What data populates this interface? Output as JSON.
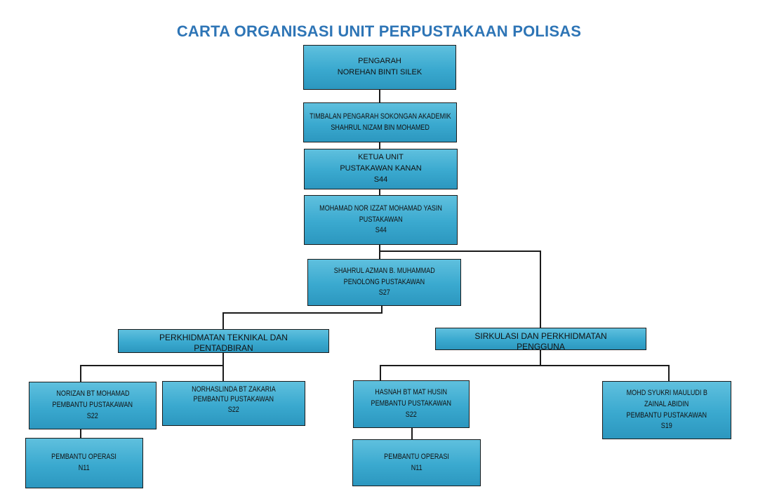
{
  "title": "CARTA ORGANISASI UNIT PERPUSTAKAAN POLISAS",
  "nodes": {
    "pengarah": [
      "PENGARAH",
      "NOREHAN BINTI SILEK"
    ],
    "timbalan": [
      "TIMBALAN PENGARAH SOKONGAN AKADEMIK",
      "SHAHRUL NIZAM BIN MOHAMED"
    ],
    "ketua": [
      "KETUA UNIT",
      "PUSTAKAWAN KANAN",
      "S44"
    ],
    "pustakawan": [
      "MOHAMAD NOR IZZAT MOHAMAD YASIN",
      "PUSTAKAWAN",
      "S44"
    ],
    "penolong": [
      "SHAHRUL AZMAN B. MUHAMMAD",
      "PENOLONG PUSTAKAWAN",
      "S27"
    ],
    "teknikal": [
      "PERKHIDMATAN TEKNIKAL DAN",
      "PENTADBIRAN"
    ],
    "sirkulasi": [
      "SIRKULASI DAN PERKHIDMATAN",
      "PENGGUNA"
    ],
    "norizan": [
      "NORIZAN BT MOHAMAD",
      "PEMBANTU PUSTAKAWAN",
      "S22"
    ],
    "norhaslinda": [
      "NORHASLINDA BT ZAKARIA",
      "PEMBANTU PUSTAKAWAN",
      "S22"
    ],
    "hasnah": [
      "HASNAH BT MAT HUSIN",
      "PEMBANTU PUSTAKAWAN",
      "S22"
    ],
    "syukri": [
      "MOHD SYUKRI MAULUDI B",
      "ZAINAL ABIDIN",
      "PEMBANTU PUSTAKAWAN",
      "S19"
    ],
    "operasi1": [
      "PEMBANTU OPERASI",
      "N11"
    ],
    "operasi2": [
      "PEMBANTU OPERASI",
      "N11"
    ]
  }
}
